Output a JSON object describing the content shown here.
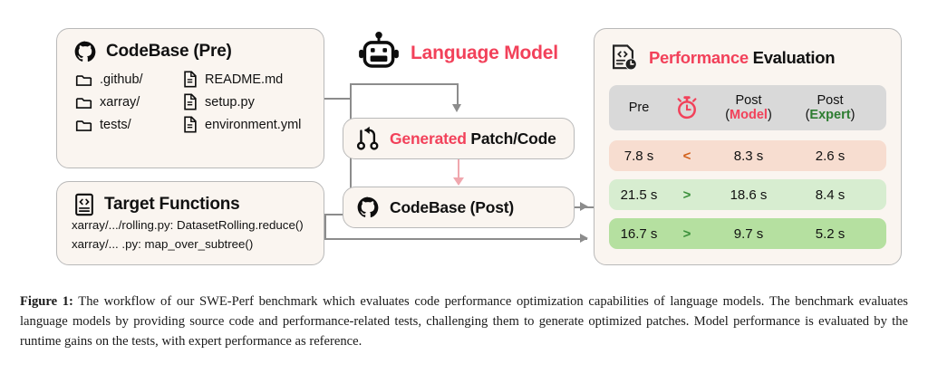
{
  "codebase_pre": {
    "title": "CodeBase (Pre)",
    "icon": "github-icon",
    "folders": [
      ".github/",
      "xarray/",
      "tests/"
    ],
    "files": [
      "README.md",
      "setup.py",
      "environment.yml"
    ]
  },
  "target_functions": {
    "title": "Target Functions",
    "icon": "code-document-icon",
    "lines": [
      "xarray/.../rolling.py: DatasetRolling.reduce()",
      "xarray/... .py: map_over_subtree()"
    ]
  },
  "language_model": {
    "label": "Language Model",
    "icon": "robot-icon",
    "color": "#f2415a"
  },
  "generated_patch": {
    "accent_text": "Generated",
    "rest_text": " Patch/Code",
    "icon": "git-pull-request-icon"
  },
  "codebase_post": {
    "title": "CodeBase (Post)",
    "icon": "github-icon"
  },
  "performance_evaluation": {
    "accent_text": "Performance",
    "rest_text": " Evaluation",
    "icon": "performance-document-clock-icon",
    "table": {
      "headers": {
        "pre": "Pre",
        "timer_icon": "stopwatch-icon",
        "post_model_line1": "Post",
        "post_model_line2_open": "(",
        "post_model_accent": "Model",
        "post_model_line2_close": ")",
        "post_expert_line1": "Post",
        "post_expert_line2_open": "(",
        "post_expert_accent": "Expert",
        "post_expert_line2_close": ")"
      },
      "rows": [
        {
          "pre": "7.8 s",
          "op": "<",
          "post_model": "8.3 s",
          "post_expert": "2.6 s",
          "style": "row-slower"
        },
        {
          "pre": "21.5 s",
          "op": ">",
          "post_model": "18.6 s",
          "post_expert": "8.4 s",
          "style": "row-faster-1"
        },
        {
          "pre": "16.7 s",
          "op": ">",
          "post_model": "9.7 s",
          "post_expert": "5.2 s",
          "style": "row-faster-2"
        }
      ]
    }
  },
  "caption": {
    "label": "Figure 1:",
    "text": " The workflow of our SWE-Perf benchmark which evaluates code performance optimization capabilities of language models. The benchmark evaluates language models by providing source code and performance-related tests, challenging them to generate optimized patches. Model performance is evaluated by the runtime gains on the tests, with expert performance as reference."
  }
}
